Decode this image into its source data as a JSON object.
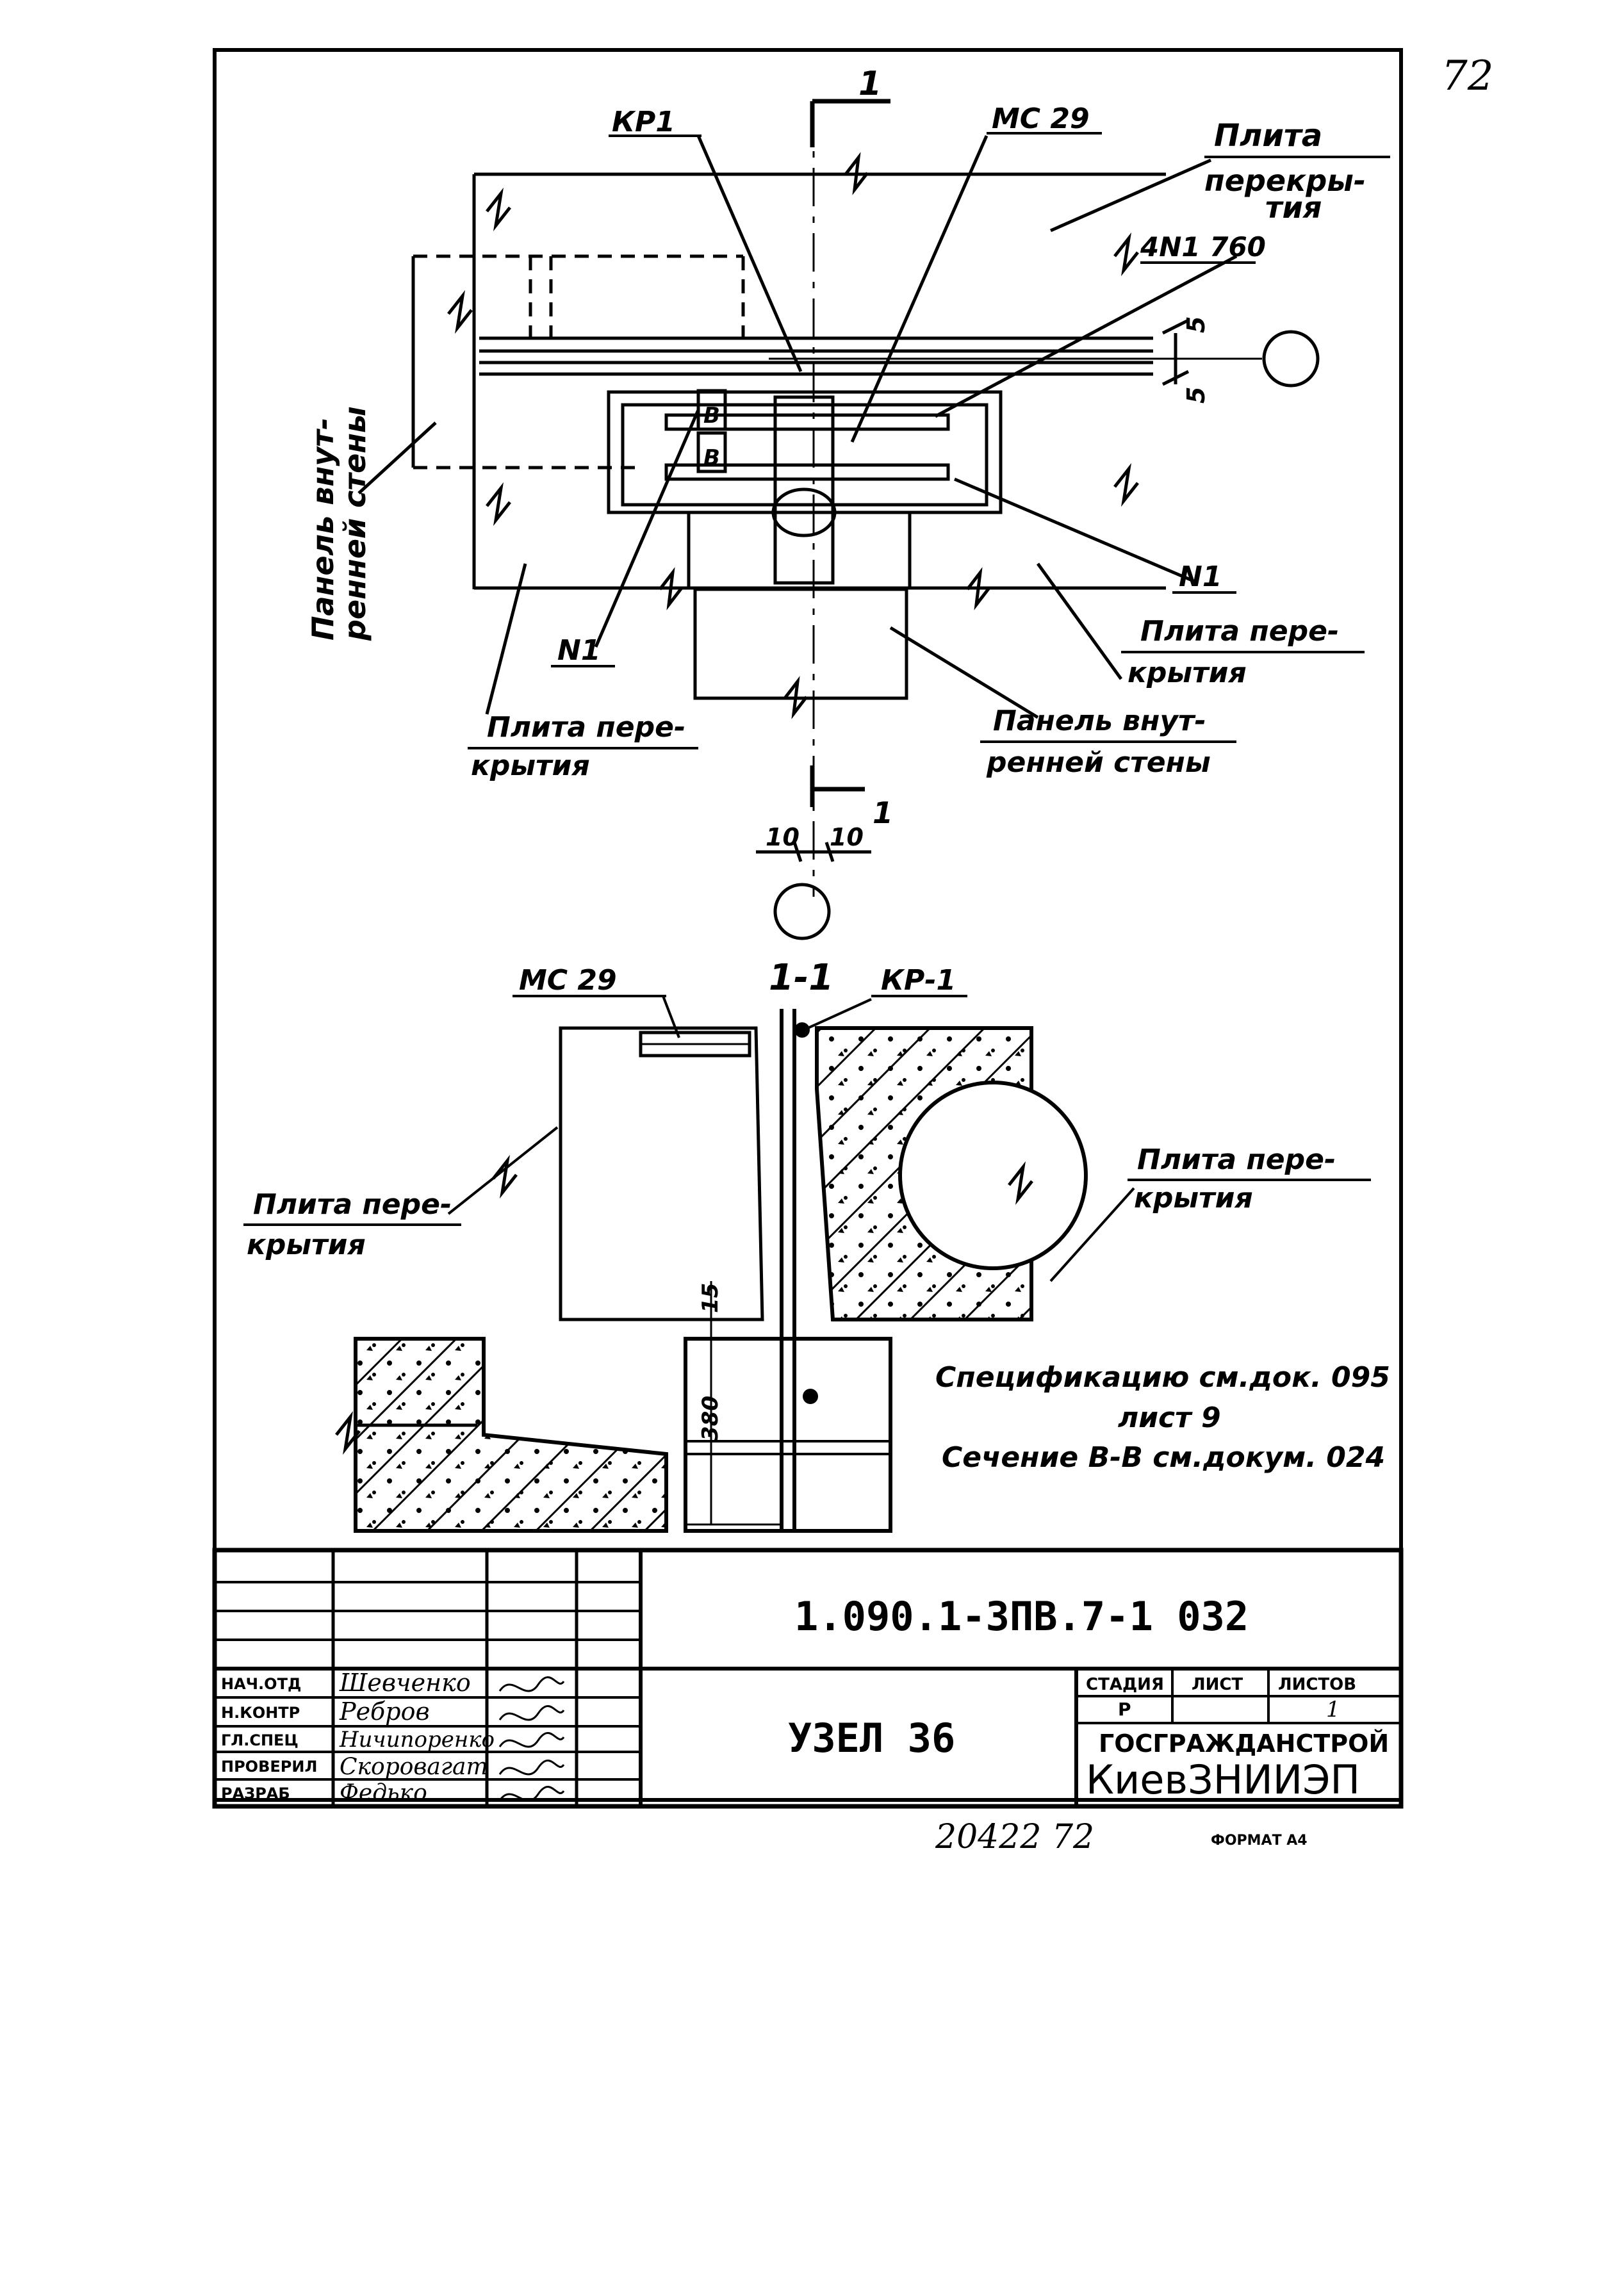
{
  "page": {
    "page_number": "72"
  },
  "plan": {
    "labels": {
      "kr1": "КР1",
      "mc29": "МС 29",
      "section_mark": "1",
      "section_mark_bottom": "1",
      "slab_top_right": [
        "Плита",
        "перекры-",
        "тия"
      ],
      "weld": "4N1 760",
      "dim_5_top": "5",
      "dim_5_bottom": "5",
      "n1_right": "N1",
      "n1_left": "N1",
      "slab_right": [
        "Плита пере-",
        "крытия"
      ],
      "slab_left": [
        "Плита пере-",
        "крытия"
      ],
      "wall_bottom": [
        "Панель внут-",
        "ренней стены"
      ],
      "wall_left": [
        "Панель внут-",
        "ренней стены"
      ],
      "dim_10_left": "10",
      "dim_10_right": "10",
      "b_upper": "B",
      "b_lower": "B"
    }
  },
  "section": {
    "labels": {
      "title": "1-1",
      "mc29": "МС 29",
      "kr1": "КР-1",
      "slab_right": [
        "Плита пере-",
        "крытия"
      ],
      "slab_left": [
        "Плита пере-",
        "крытия"
      ],
      "dim_15": "15",
      "dim_380": "380"
    }
  },
  "notes": [
    "Спецификацию см.док. 095",
    "лист 9",
    "Сечение В-В см.докум. 024"
  ],
  "title_block": {
    "document_code": "1.090.1-3ПВ.7-1   032",
    "title": "УЗЕЛ 36",
    "header_stage": "СТАДИЯ",
    "header_sheet": "ЛИСТ",
    "header_sheets": "ЛИСТОВ",
    "stage": "Р",
    "sheets": "1",
    "org_top": "ГОСГРАЖДАНСТРОЙ",
    "org_bottom": "КиевЗНИИЭП",
    "roles": [
      {
        "role": "НАЧ.ОТД",
        "name": "Шевченко"
      },
      {
        "role": "Н.КОНТР",
        "name": "Ребров"
      },
      {
        "role": "ГЛ.СПЕЦ",
        "name": "Ничипоренко"
      },
      {
        "role": "ПРОВЕРИЛ",
        "name": "Скоровагат"
      },
      {
        "role": "РАЗРАБ",
        "name": "Федько"
      }
    ]
  },
  "footer": {
    "inventory": "20422  72",
    "format": "ФОРМАТ А4"
  }
}
